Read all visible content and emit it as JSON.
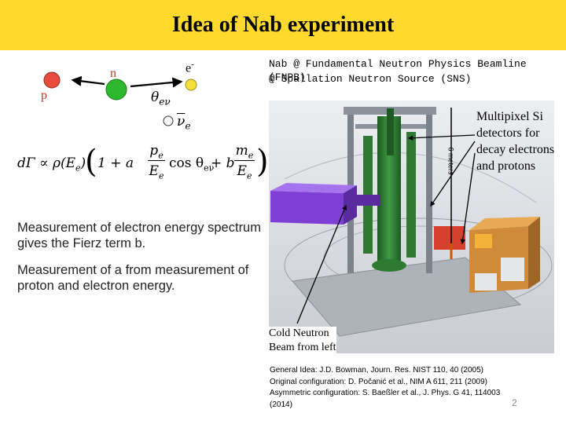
{
  "title": "Idea of Nab experiment",
  "diagram": {
    "proton_label": "p",
    "neutron_label": "n",
    "electron_label": "e",
    "electron_sup": "-",
    "angle_label": "θ",
    "angle_sub": "eν",
    "antineutrino_label": "ν",
    "antineutrino_sub": "e",
    "colors": {
      "proton": "#e74c3c",
      "neutron": "#2eb82e",
      "electron": "#f4e03a"
    }
  },
  "formula": {
    "lhs": "dΓ ∝ ρ(E",
    "lhs_sub": "e",
    "lhs_close": ")",
    "one_plus": "1 + a",
    "pe_num": "p",
    "pe_num_sub": "e",
    "pe_den": "E",
    "pe_den_sub": "e",
    "cos": "cos θ",
    "cos_sub": "eν",
    "plus_b": "+ b",
    "me_num": "m",
    "me_num_sub": "e",
    "me_den": "E",
    "me_den_sub": "e"
  },
  "measurements": {
    "fierz": "Measurement of electron energy spectrum gives the Fierz term b.",
    "a_coeff": "Measurement of a from measurement of proton and electron energy."
  },
  "beamline": {
    "line1": "Nab @ Fundamental Neutron Physics Beamline (FNPB)",
    "line2": "@ Spallation Neutron Source (SNS)"
  },
  "detectors": {
    "line1": "Multipixel Si",
    "line2": "detectors for",
    "line3": "decay electrons",
    "line4": "and protons"
  },
  "scale_label": "6 meters",
  "cold_beam": {
    "line1": "Cold Neutron",
    "line2": "Beam from left"
  },
  "references": {
    "r1": "General Idea: J.D. Bowman, Journ. Res. NIST 110, 40 (2005)",
    "r2": "Original configuration: D. Počanić et al., NIM A 611, 211 (2009)",
    "r3": "Asymmetric configuration: S. Baeßler et al., J. Phys. G 41, 114003",
    "r4": "(2014)"
  },
  "page_number": "2"
}
